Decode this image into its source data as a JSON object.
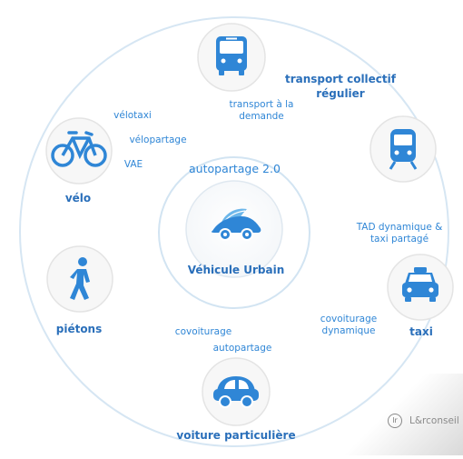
{
  "center": {
    "top_label": "autopartage 2.0",
    "label": "Véhicule Urbain"
  },
  "nodes": {
    "bus": "transport collectif régulier",
    "velo": "vélo",
    "pietons": "piétons",
    "taxi": "taxi",
    "voiture": "voiture particulière"
  },
  "labels": {
    "tad": "transport à la demande",
    "velotaxi": "vélotaxi",
    "velopartage": "vélopartage",
    "vae": "VAE",
    "tad_dyn": "TAD dynamique & taxi partagé",
    "covoit_dyn": "covoiturage dynamique",
    "covoit": "covoiturage",
    "autopartage": "autopartage"
  },
  "logo": {
    "text": "L&rconseil"
  },
  "colors": {
    "line": "#cfe2f2",
    "icon": "#2f86d6",
    "title": "#2a6fba"
  }
}
